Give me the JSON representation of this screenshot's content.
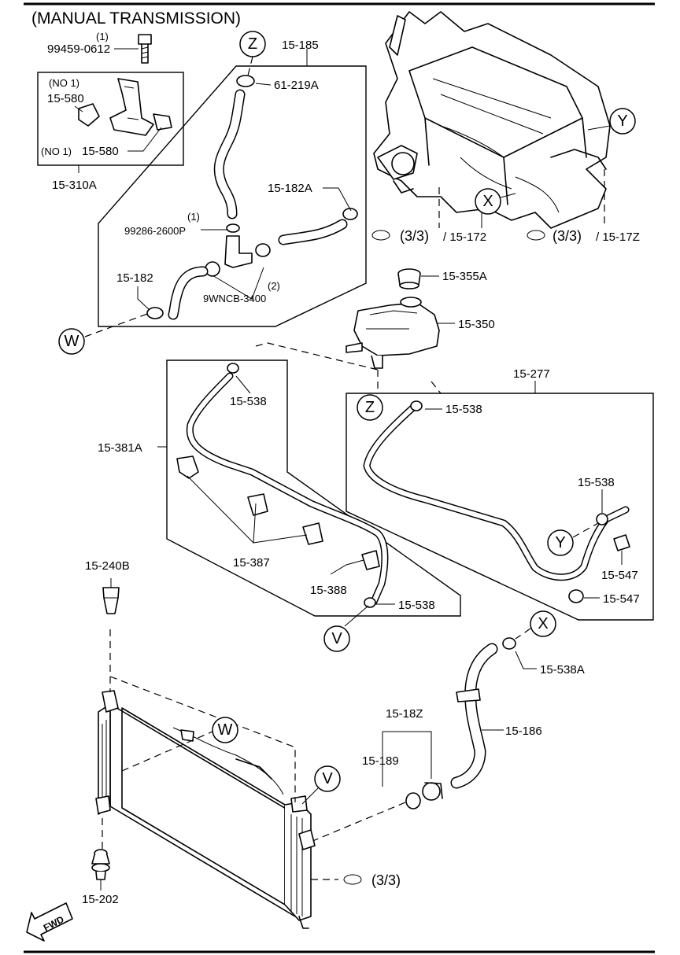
{
  "title": "(MANUAL TRANSMISSION)",
  "labels": {
    "qty_99459": "(1)",
    "p_99459": "99459-0612",
    "no1_a": "(NO 1)",
    "p_15580a": "15-580",
    "no1_b": "(NO 1)",
    "p_15580b": "15-580",
    "p_15310A": "15-310A",
    "p_15185": "15-185",
    "p_61219A": "61-219A",
    "p_15182A": "15-182A",
    "qty_99286": "(1)",
    "p_99286": "99286-2600P",
    "p_15182": "15-182",
    "qty_9WNCB": "(2)",
    "p_9WNCB": "9WNCB-3400",
    "ref_33_a": "(3/3)",
    "p_15172": "/ 15-172",
    "ref_33_b": "(3/3)",
    "p_1517Z": "/ 15-17Z",
    "p_15355A": "15-355A",
    "p_15350": "15-350",
    "p_15277": "15-277",
    "p_15538_a": "15-538",
    "p_15538_b": "15-538",
    "p_15381A": "15-381A",
    "p_15538_c": "15-538",
    "p_15387": "15-387",
    "p_15388": "15-388",
    "p_15538_d": "15-538",
    "p_15547_a": "15-547",
    "p_15547_b": "15-547",
    "p_15240B": "15-240B",
    "p_15538A": "15-538A",
    "p_1518Z": "15-18Z",
    "p_15189": "15-189",
    "p_15186": "15-186",
    "ref_33_c": "(3/3)",
    "p_15202": "15-202",
    "fwd": "FWD"
  },
  "callouts": {
    "z1": "Z",
    "z2": "Z",
    "y1": "Y",
    "y2": "Y",
    "x1": "X",
    "x2": "X",
    "w1": "W",
    "w2": "W",
    "v1": "V",
    "v2": "V"
  }
}
